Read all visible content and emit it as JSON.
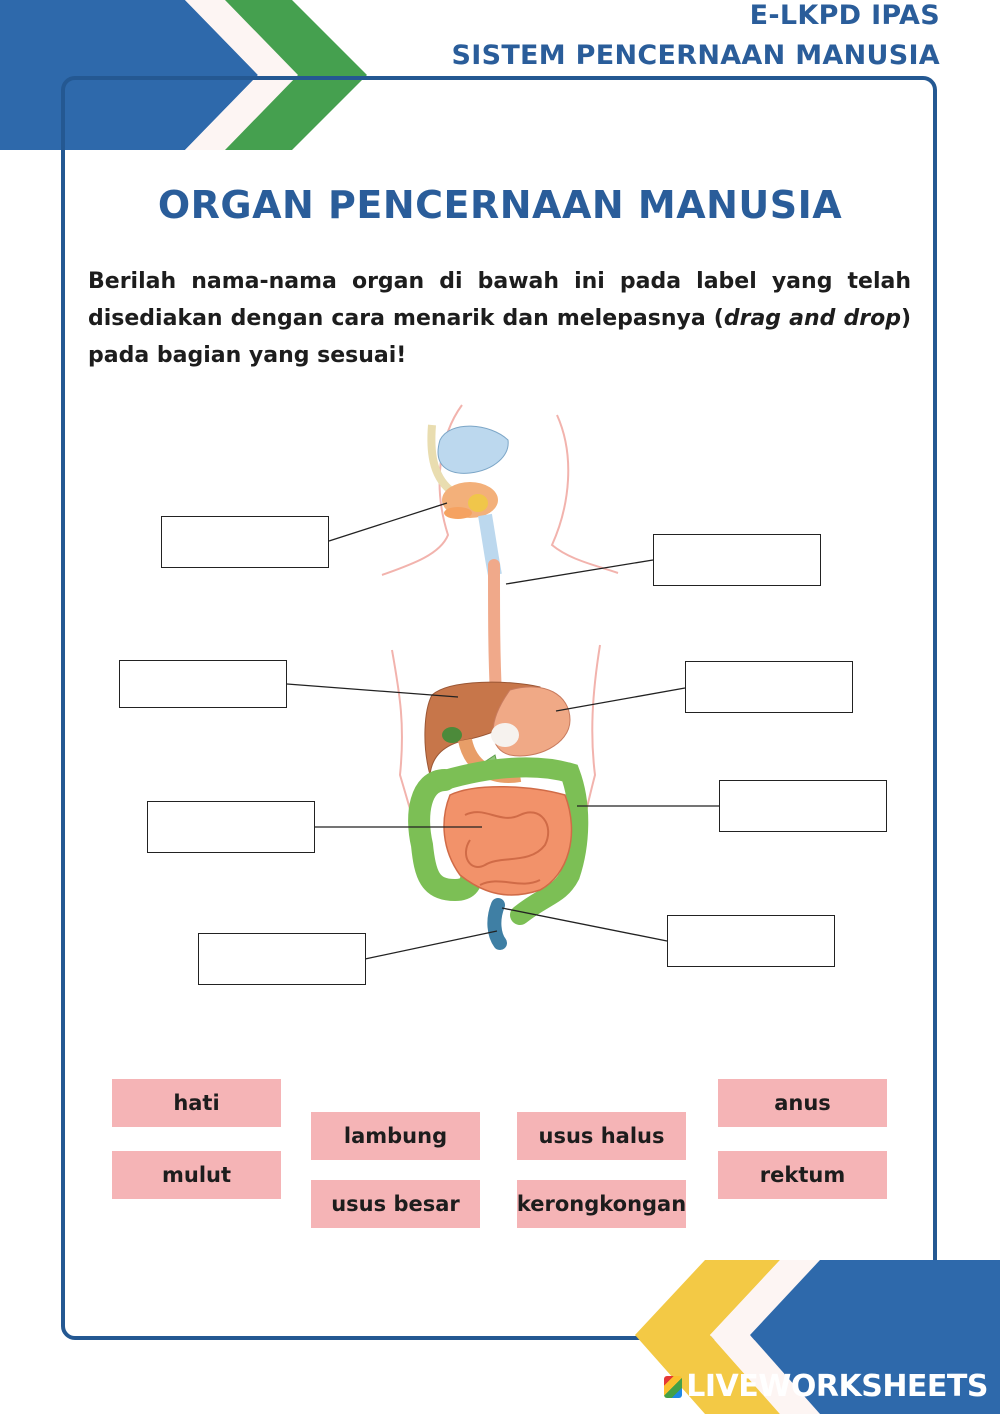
{
  "header": {
    "line1": "E-LKPD IPAS",
    "line2": "SISTEM PENCERNAAN MANUSIA"
  },
  "title": "ORGAN PENCERNAAN MANUSIA",
  "instruction": {
    "before": "Berilah nama-nama organ di bawah ini pada label yang telah disediakan dengan cara menarik dan melepasnya (",
    "emphasis": "drag and drop",
    "after": ") pada bagian yang sesuai!"
  },
  "word_bank": [
    "hati",
    "lambung",
    "usus halus",
    "anus",
    "mulut",
    "usus besar",
    "kerongkongan",
    "rektum"
  ],
  "colors": {
    "brand_blue": "#2a5d9a",
    "frame_blue": "#245892",
    "accent_green": "#45a04f",
    "accent_yellow": "#f3c945",
    "chip_pink": "#f5b4b6"
  },
  "footer": {
    "logo_prefix": "LIVE",
    "logo_suffix": "WORKSHEETS"
  }
}
